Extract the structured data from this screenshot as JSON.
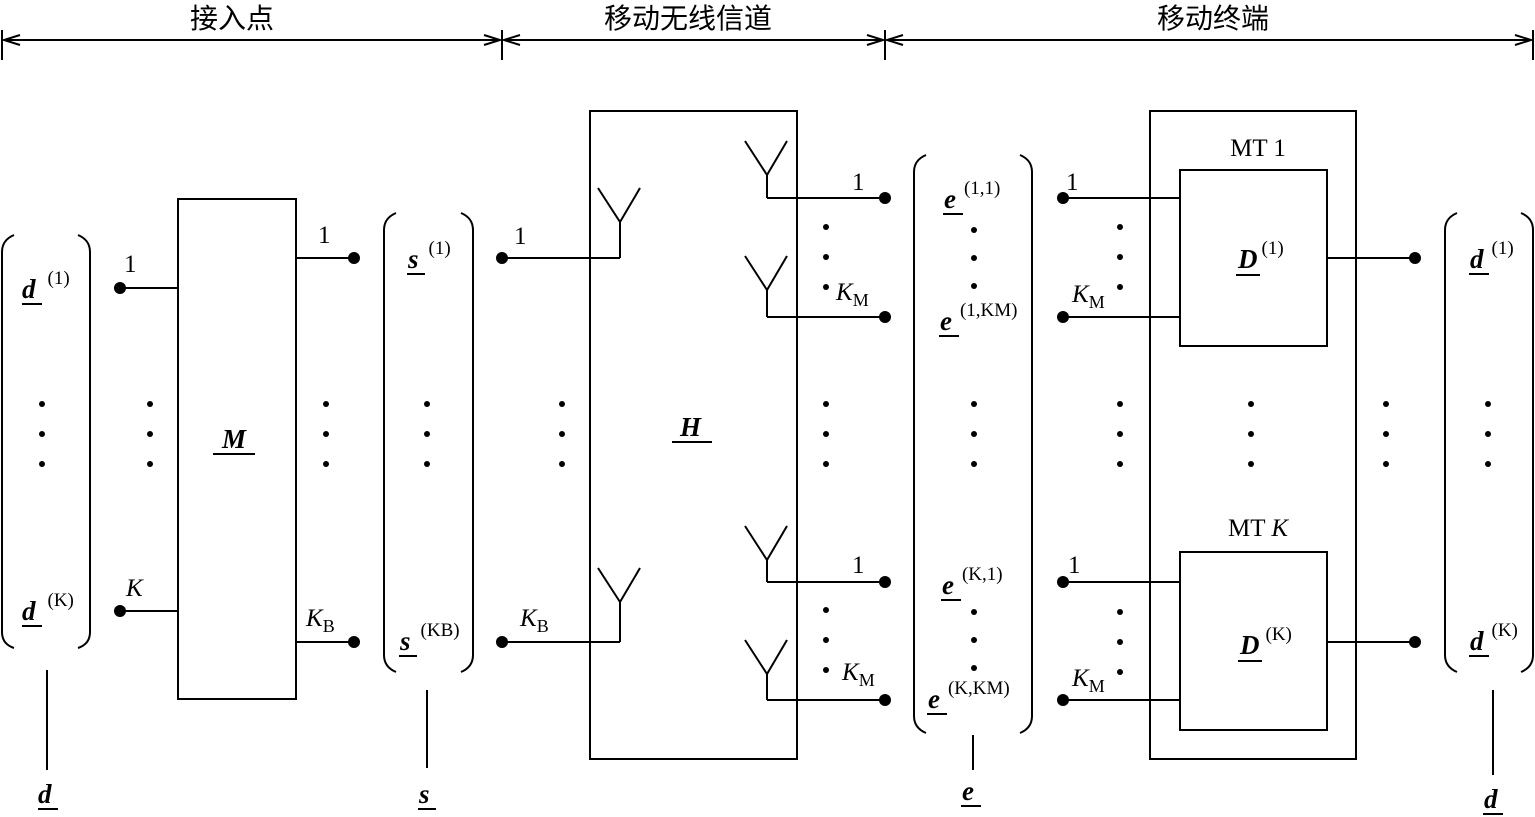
{
  "sections": {
    "access_point": "接入点",
    "mobile_radio_channel": "移动无线信道",
    "mobile_terminals": "移动终端"
  },
  "symbols": {
    "d": "d",
    "s": "s",
    "e": "e",
    "M": "M",
    "H": "H",
    "D": "D"
  },
  "port_labels": {
    "one": "1",
    "K": "K",
    "K_letter": "K",
    "B": "B",
    "M": "M"
  },
  "superscripts": {
    "one": "(1)",
    "K": "(K)",
    "KB": "(KB)",
    "one_one": "(1,1)",
    "one_KM": "(1,KM)",
    "K_one": "(K,1)",
    "K_KM": "(K,KM)"
  },
  "terminals": {
    "mt1": "MT 1",
    "mtK_prefix": "MT ",
    "mtK_var": "K"
  }
}
